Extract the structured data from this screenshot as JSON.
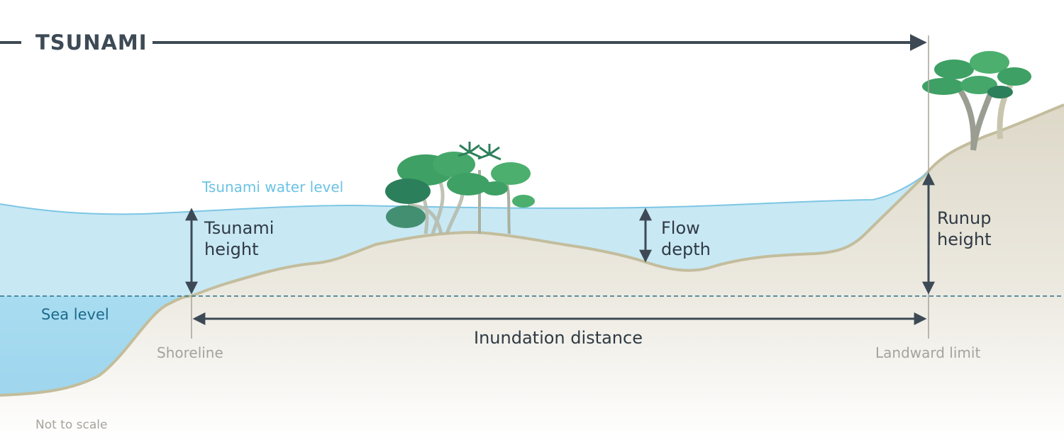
{
  "title": "TSUNAMI",
  "labels": {
    "water_level": "Tsunami water level",
    "tsunami_height_1": "Tsunami",
    "tsunami_height_2": "height",
    "flow_depth_1": "Flow",
    "flow_depth_2": "depth",
    "runup_height_1": "Runup",
    "runup_height_2": "height",
    "sea_level": "Sea level",
    "shoreline": "Shoreline",
    "landward_limit": "Landward limit",
    "inundation_distance": "Inundation distance",
    "not_to_scale": "Not to scale"
  },
  "colors": {
    "dark": "#3d4a56",
    "water": "#c8e8f4",
    "deep_water": "#a3d9ef",
    "water_line": "#7cc6e4",
    "water_text": "#6cc3e3",
    "sea_level_text": "#1c6a8c",
    "land": "#e1ddd0",
    "land_edge": "#c3bd9d",
    "grey_text": "#a5a39a",
    "tree_green": "#3ea064",
    "tree_dark": "#2c7f5b",
    "trunk": "#b4b8a8"
  },
  "icons": [
    "tree-cluster-icon",
    "palm-tree-icon",
    "hill-tree-icon"
  ]
}
